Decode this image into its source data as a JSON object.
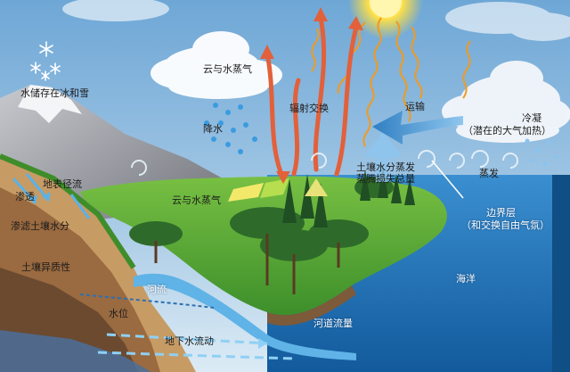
{
  "labels": {
    "snow_storage": "水储存在冰和雪",
    "cloud_vapor_top": "云与水蒸气",
    "precipitation": "降水",
    "radiation_exchange": "辐射交换",
    "transport": "运输",
    "condensation": "冷凝",
    "condensation_sub": "（潜在的大气加热）",
    "surface_runoff": "地表径流",
    "infiltration": "渗透",
    "soil_moisture_filter": "渗滤土壤水分",
    "soil_heterogeneity": "土壤异质性",
    "cloud_vapor_low": "云与水蒸气",
    "soil_evap": "土壤水分蒸发",
    "evapotranspiration": "蒸腾损失总量",
    "evaporation": "蒸发",
    "boundary_layer": "边界层",
    "boundary_layer_sub": "（和交换自由气氛）",
    "river": "河流",
    "ocean": "海洋",
    "water_table": "水位",
    "groundwater_flow": "地下水流动",
    "river_discharge": "河道流量"
  },
  "colors": {
    "sky_top": "#6fa8d8",
    "sky_bottom": "#cfe3f2",
    "sun": "#ffd92e",
    "radiation_wave": "#f29a1e",
    "radiation_arrow": "#e2603a",
    "transport_arrow": "#3b86c8",
    "ocean": "#1d6fb5",
    "land": "#4c9a2a",
    "soil": "#b98a5a",
    "mountain": "#8d8e94"
  }
}
